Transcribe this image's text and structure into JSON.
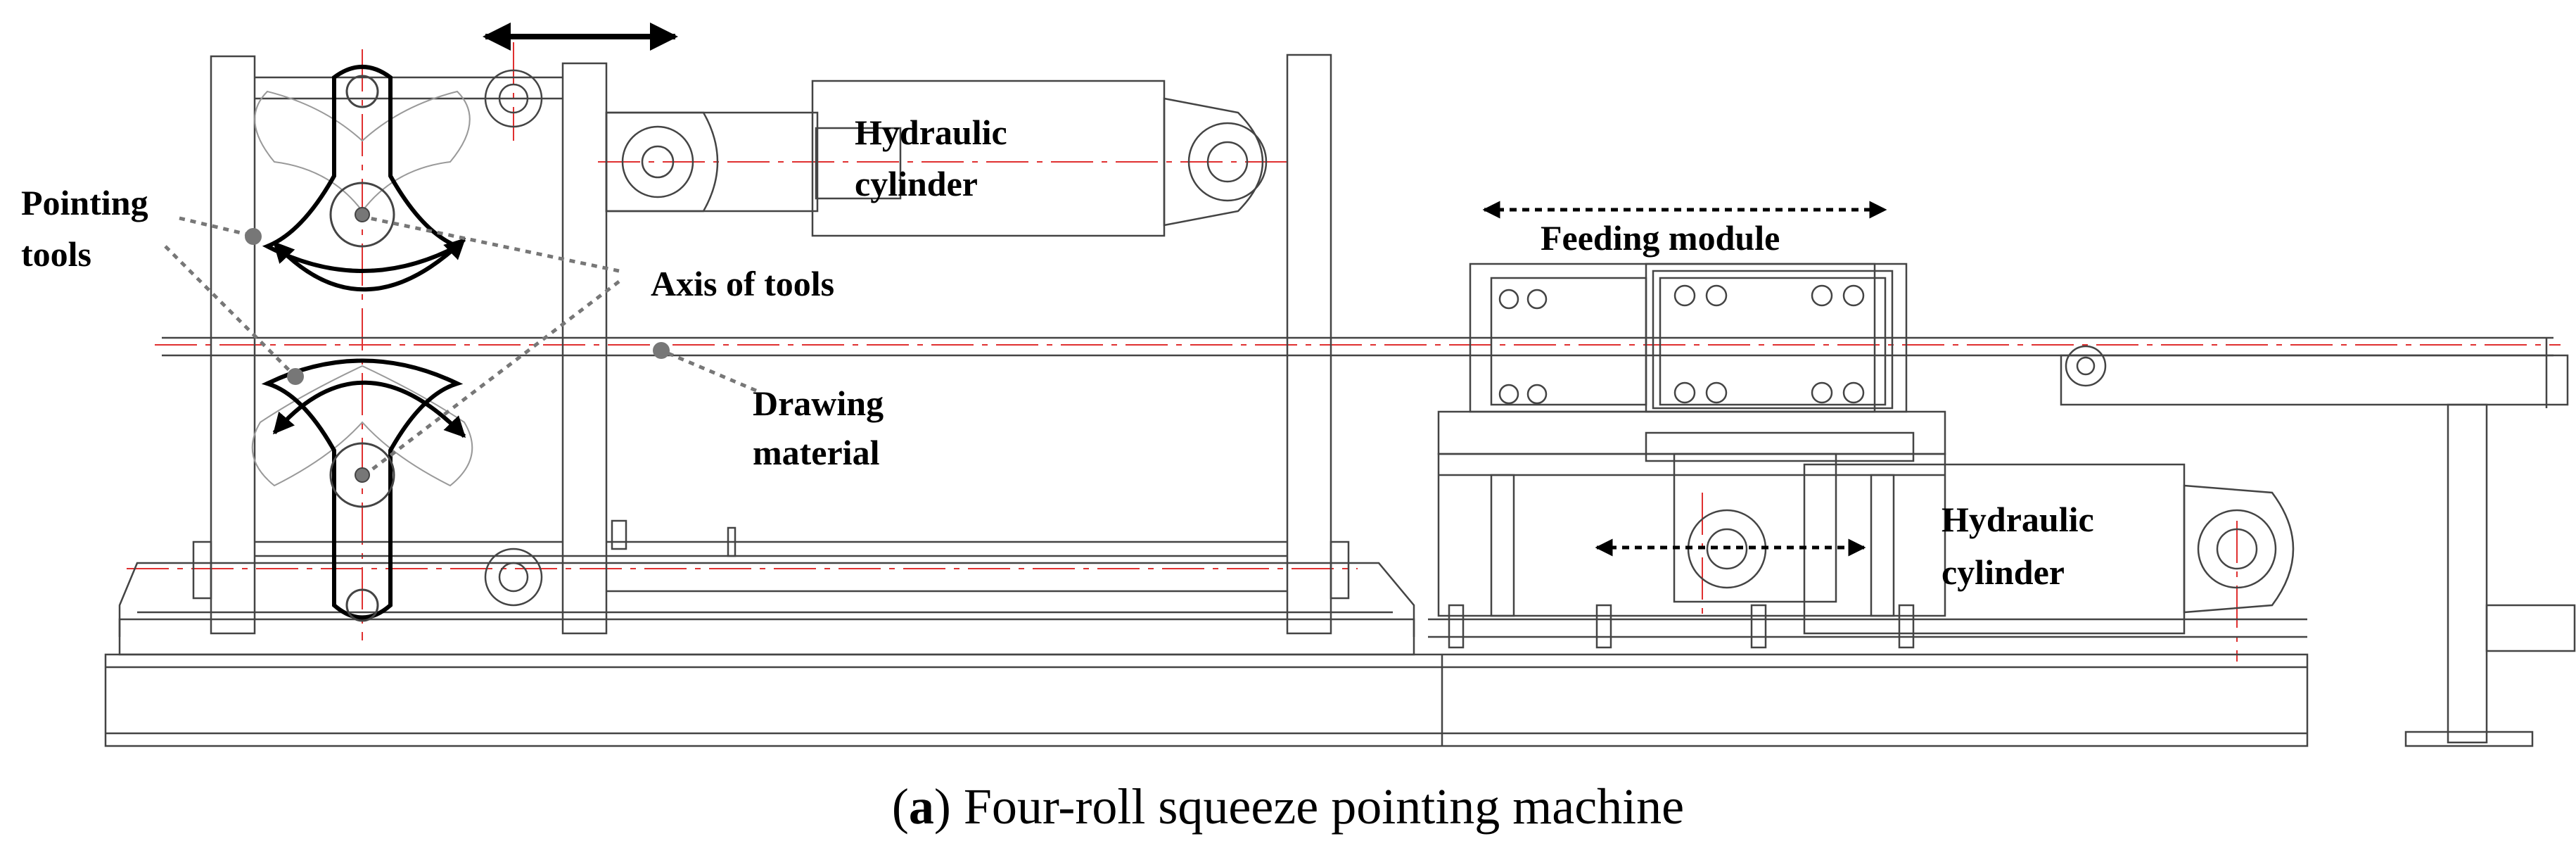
{
  "labels": {
    "pointing_tools_line1": "Pointing",
    "pointing_tools_line2": "tools",
    "axis_of_tools": "Axis of tools",
    "drawing_material_line1": "Drawing",
    "drawing_material_line2": "material",
    "hydraulic_cylinder_top_line1": "Hydraulic",
    "hydraulic_cylinder_top_line2": "cylinder",
    "feeding_module": "Feeding module",
    "hydraulic_cylinder_right_line1": "Hydraulic",
    "hydraulic_cylinder_right_line2": "cylinder"
  },
  "caption": {
    "letter": "a",
    "text": "Four-roll squeeze pointing machine"
  },
  "colors": {
    "line": "#444444",
    "centerline": "#e03030",
    "leader": "#777777",
    "arrow": "#000000"
  }
}
